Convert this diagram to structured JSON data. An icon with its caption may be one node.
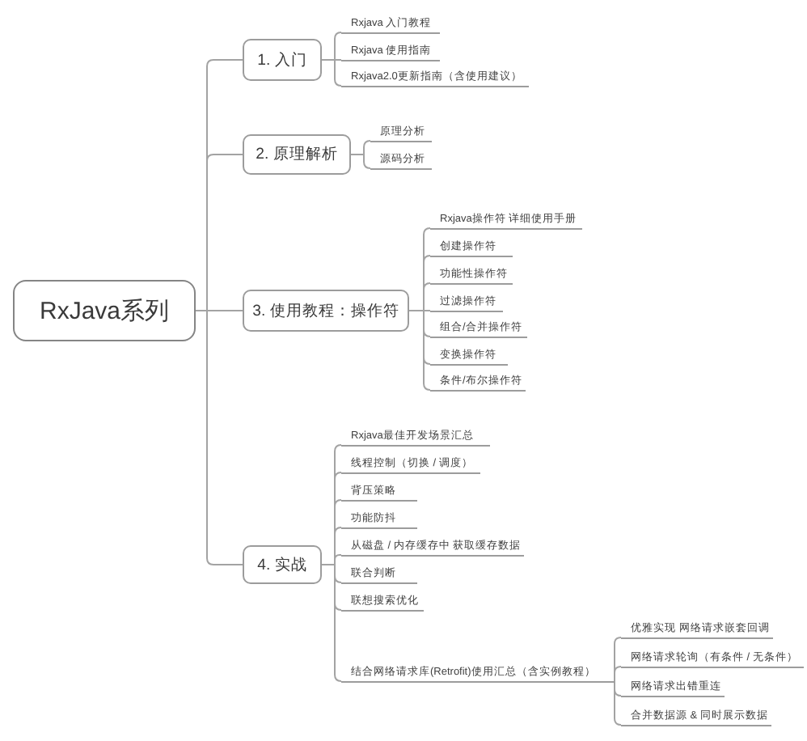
{
  "diagram": {
    "nodes": [
      {
        "text": [
          "RxJava系列"
        ]
      },
      {
        "text": [
          "1. 入门"
        ]
      },
      {
        "text": [
          "Rxjava 入门教程"
        ]
      },
      {
        "text": [
          "Rxjava 使用指南"
        ]
      },
      {
        "text": [
          "Rxjava2.0更新指南（含使用建议）"
        ]
      },
      {
        "text": [
          "2. 原理解析"
        ]
      },
      {
        "text": [
          "原理分析"
        ]
      },
      {
        "text": [
          "源码分析"
        ]
      },
      {
        "text": [
          "3. 使用教程：操作符"
        ]
      },
      {
        "text": [
          "Rxjava操作符 详细使用手册"
        ]
      },
      {
        "text": [
          "创建操作符"
        ]
      },
      {
        "text": [
          "功能性操作符"
        ]
      },
      {
        "text": [
          "过滤操作符"
        ]
      },
      {
        "text": [
          "组合/合并操作符"
        ]
      },
      {
        "text": [
          "变换操作符"
        ]
      },
      {
        "text": [
          "条件/布尔操作符"
        ]
      },
      {
        "text": [
          "4. 实战"
        ]
      },
      {
        "text": [
          "Rxjava最佳开发场景汇总"
        ]
      },
      {
        "text": [
          "线程控制（切换 / 调度）"
        ]
      },
      {
        "text": [
          "背压策略"
        ]
      },
      {
        "text": [
          "功能防抖"
        ]
      },
      {
        "text": [
          "从磁盘 / 内存缓存中 获取缓存数据"
        ]
      },
      {
        "text": [
          "联合判断"
        ]
      },
      {
        "text": [
          "联想搜索优化"
        ]
      },
      {
        "text": [
          "结合网络请求库(Retrofit)使用汇总（含实例教程）"
        ]
      },
      {
        "text": [
          "优雅实现 网络请求嵌套回调"
        ]
      },
      {
        "text": [
          "网络请求轮询（有条件 / 无条件）"
        ]
      },
      {
        "text": [
          "网络请求出错重连"
        ]
      },
      {
        "text": [
          "合并数据源 & 同时展示数据"
        ]
      }
    ],
    "edges": [
      {
        "from": 0,
        "to": 1,
        "arrow": "none"
      },
      {
        "from": 1,
        "to": 2,
        "arrow": "none"
      },
      {
        "from": 1,
        "to": 3,
        "arrow": "none"
      },
      {
        "from": 1,
        "to": 4,
        "arrow": "none"
      },
      {
        "from": 0,
        "to": 5,
        "arrow": "none"
      },
      {
        "from": 5,
        "to": 6,
        "arrow": "none"
      },
      {
        "from": 5,
        "to": 7,
        "arrow": "none"
      },
      {
        "from": 0,
        "to": 8,
        "arrow": "none"
      },
      {
        "from": 8,
        "to": 9,
        "arrow": "none"
      },
      {
        "from": 8,
        "to": 10,
        "arrow": "none"
      },
      {
        "from": 8,
        "to": 11,
        "arrow": "none"
      },
      {
        "from": 8,
        "to": 12,
        "arrow": "none"
      },
      {
        "from": 8,
        "to": 13,
        "arrow": "none"
      },
      {
        "from": 8,
        "to": 14,
        "arrow": "none"
      },
      {
        "from": 8,
        "to": 15,
        "arrow": "none"
      },
      {
        "from": 0,
        "to": 16,
        "arrow": "none"
      },
      {
        "from": 16,
        "to": 17,
        "arrow": "none"
      },
      {
        "from": 16,
        "to": 18,
        "arrow": "none"
      },
      {
        "from": 16,
        "to": 19,
        "arrow": "none"
      },
      {
        "from": 16,
        "to": 20,
        "arrow": "none"
      },
      {
        "from": 16,
        "to": 21,
        "arrow": "none"
      },
      {
        "from": 16,
        "to": 22,
        "arrow": "none"
      },
      {
        "from": 16,
        "to": 23,
        "arrow": "none"
      },
      {
        "from": 16,
        "to": 24,
        "arrow": "none"
      },
      {
        "from": 24,
        "to": 25,
        "arrow": "none"
      },
      {
        "from": 24,
        "to": 26,
        "arrow": "none"
      },
      {
        "from": 24,
        "to": 27,
        "arrow": "none"
      },
      {
        "from": 24,
        "to": 28,
        "arrow": "none"
      }
    ]
  }
}
